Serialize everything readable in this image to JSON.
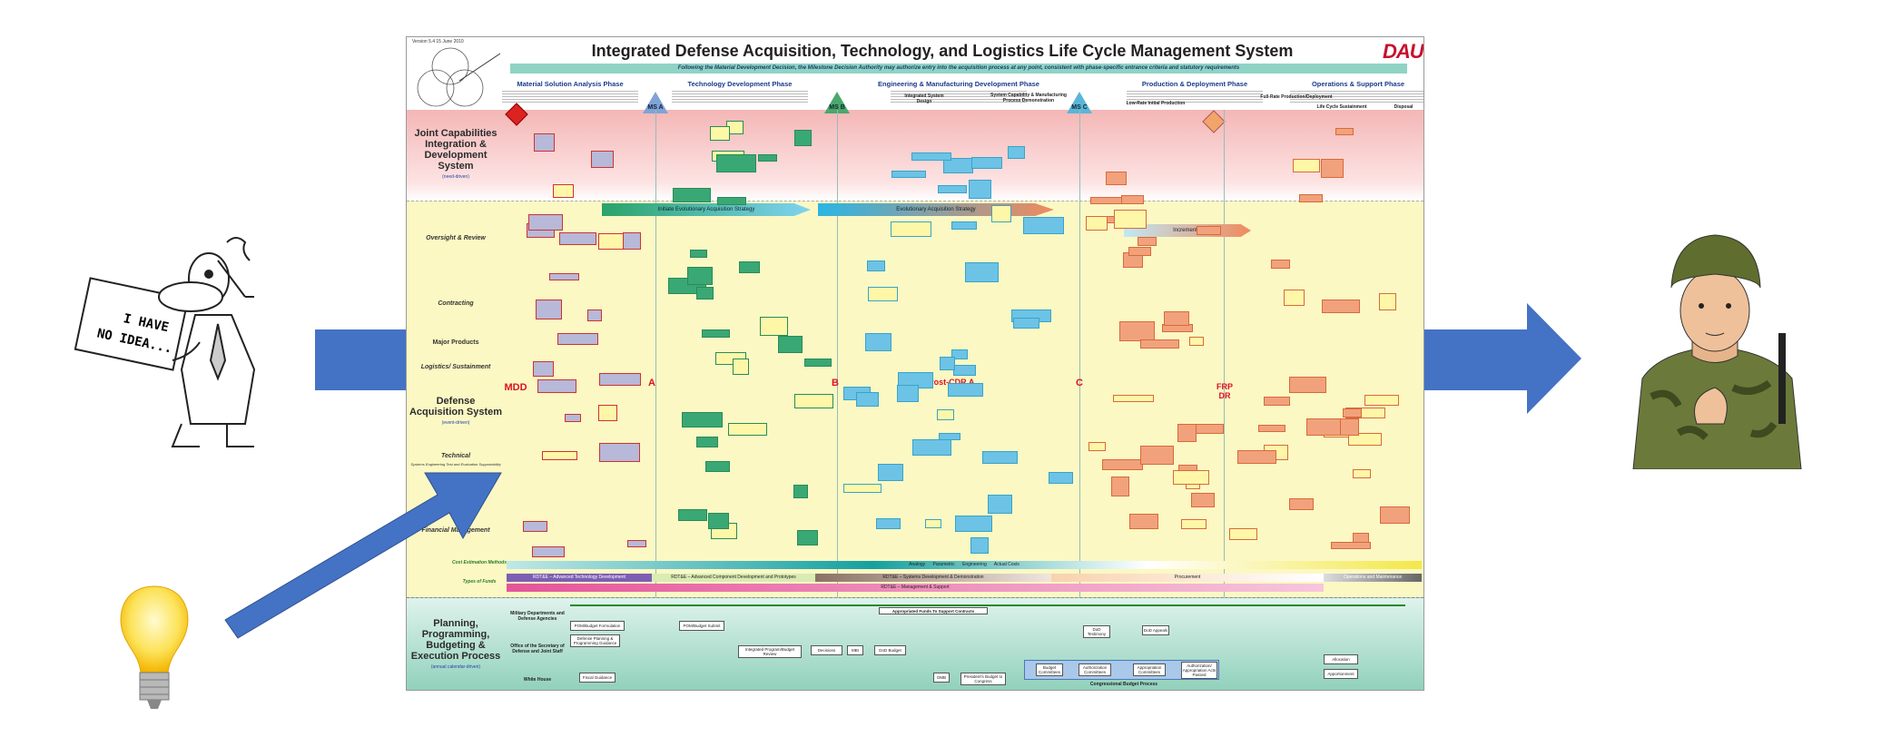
{
  "poster": {
    "title": "Integrated Defense Acquisition, Technology, and Logistics Life Cycle Management System",
    "version": "Version 5.4 15 June 2010",
    "logo": "DAU",
    "banner": "Following the Material Development Decision, the Milestone Decision Authority may authorize entry into the acquisition process at any point, consistent with phase-specific entrance criteria and statutory requirements",
    "phases": [
      "Material Solution Analysis Phase",
      "Technology Development Phase",
      "Engineering & Manufacturing Development Phase",
      "Production & Deployment Phase",
      "Operations & Support Phase"
    ],
    "sub_phases": [
      "Integrated System Design",
      "System Capability & Manufacturing Process Demonstration",
      "Low-Rate Initial Production",
      "Full-Rate Production/Deployment",
      "Life Cycle Sustainment",
      "Disposal"
    ],
    "milestones": [
      "MS A",
      "MS B",
      "MS C"
    ],
    "decision_points": {
      "mdd": "MDD",
      "a": "A",
      "b": "B",
      "post_cdr": "Post-CDR A",
      "c": "C",
      "frp": "FRP DR"
    },
    "systems": {
      "jcids": {
        "title": "Joint Capabilities Integration & Development System",
        "subtitle": "(need-driven)"
      },
      "das": {
        "title": "Defense Acquisition System",
        "subtitle": "(event-driven)"
      },
      "ppbe": {
        "title": "Planning, Programming, Budgeting & Execution Process",
        "subtitle": "(annual calendar-driven)"
      }
    },
    "rows": {
      "oversight": "Oversight & Review",
      "contracting": "Contracting",
      "products": "Major Products",
      "logistics": "Logistics/ Sustainment",
      "technical": "Technical",
      "technical_sub": "Systems Engineering Test and Evaluation Supportability",
      "financial": "Financial Management",
      "cost_methods": "Cost Estimation Methods",
      "fund_types": "Types of Funds"
    },
    "strategies": [
      "Initiate Evolutionary Acquisition Strategy",
      "Evolutionary Acquisition Strategy",
      "Increment 2"
    ],
    "cost_bands": [
      "Analogy",
      "Parametric",
      "Engineering",
      "Actual Costs"
    ],
    "fund_bands": [
      "RDT&E – Advanced Technology Development",
      "RDT&E – Advanced Component Development and Prototypes",
      "RDT&E – Systems Development & Demonstration",
      "Procurement",
      "Operations and Maintenance",
      "RDT&E – Management & Support"
    ],
    "ppbe": {
      "appropriated": "Appropriated Funds To Support Contracts",
      "orgs": [
        "Military Departments and Defense Agencies",
        "Office of the Secretary of Defense and Joint Staff",
        "White House"
      ],
      "boxes": [
        "POM/Budget Formulation",
        "POM/Budget Submit",
        "Defense Planning & Programming Guidance",
        "Fiscal Guidance",
        "Integrated Program/Budget Review",
        "Decisions",
        "MBI",
        "DoD Budget",
        "OMB",
        "President's Budget to Congress",
        "Budget Committees",
        "Authorization Committees",
        "Appropriation Committees",
        "Authorization/ Appropriation Acts Passed",
        "DoD Testimony",
        "DoD Appeals",
        "Allocation",
        "Apportionment"
      ],
      "congress": "Congressional Budget Process"
    }
  },
  "cartoon": {
    "sign_line1": "I HAVE",
    "sign_line2": "NO IDEA..."
  },
  "colors": {
    "arrow": "#4472c4",
    "jcids": "#f4b6b6",
    "das": "#fbf8c4",
    "ppbe": "#8fd0bb"
  }
}
